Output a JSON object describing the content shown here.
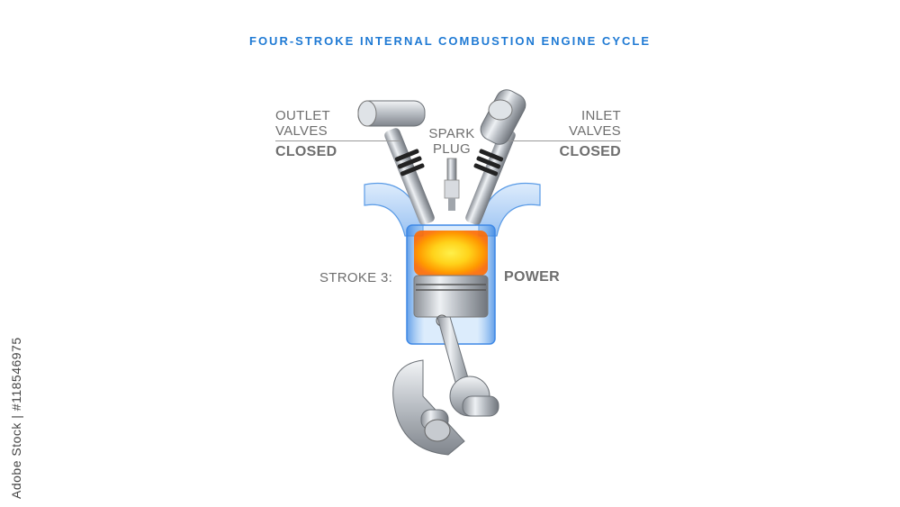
{
  "title": "FOUR-STROKE INTERNAL COMBUSTION ENGINE CYCLE",
  "labels": {
    "outlet_line1": "OUTLET",
    "outlet_line2": "VALVES",
    "outlet_state": "CLOSED",
    "inlet_line1": "INLET",
    "inlet_line2": "VALVES",
    "inlet_state": "CLOSED",
    "spark_line1": "SPARK",
    "spark_line2": "PLUG",
    "stroke_label": "STROKE 3:",
    "stroke_name": "POWER"
  },
  "credit": "Adobe Stock | #118546975",
  "colors": {
    "title": "#1f7ad4",
    "label": "#6e6e6e",
    "cylinder_glow": "#3a8ee8",
    "combustion": "#ffb000"
  }
}
